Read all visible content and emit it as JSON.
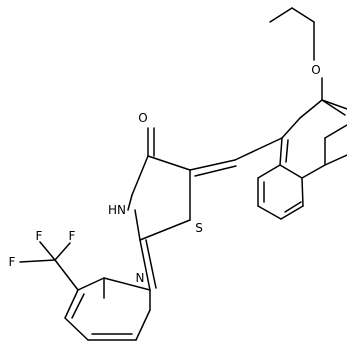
{
  "molecule": {
    "atom_labels": {
      "o_carbonyl": "O",
      "nh": "HN",
      "s_ring": "S",
      "n_imine": "N",
      "o_ether": "O",
      "f1": "F",
      "f2": "F",
      "f3": "F"
    }
  },
  "colors": {
    "bond": "#000000",
    "label": "#000000",
    "background": "#ffffff"
  }
}
